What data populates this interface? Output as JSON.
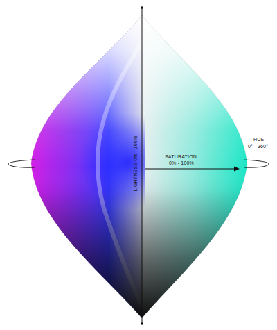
{
  "diagram": {
    "labels": [
      "LIGHTNESS 0% - 100%",
      "SATURATION",
      "0% - 100%",
      "HUE",
      "0° - 360°"
    ]
  }
}
